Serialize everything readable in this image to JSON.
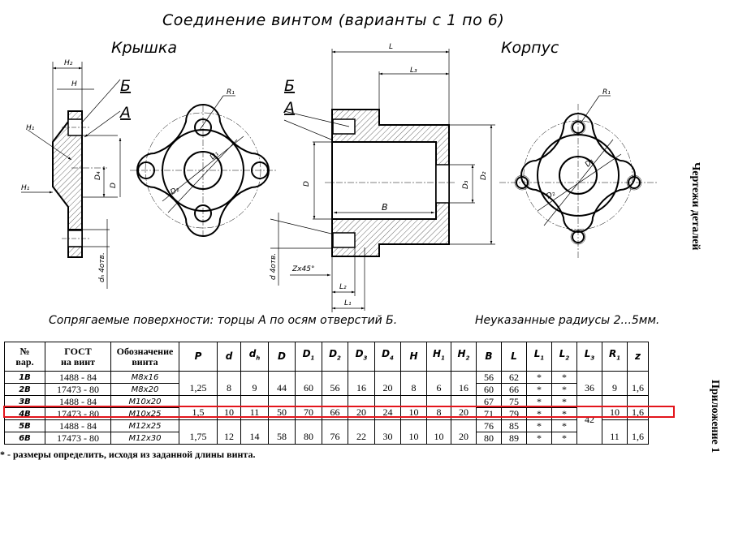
{
  "drawing": {
    "title": "Соединение винтом (варианты с 1 по 6)",
    "part_left": "Крышка",
    "part_right": "Корпус",
    "note_left": "Сопрягаемые поверхности: торцы А по осям отверстий Б.",
    "note_right": "Неуказанные радиусы 2...5мм.",
    "labels": {
      "B_cyr": "Б",
      "A": "А",
      "H": "H",
      "H1": "H₁",
      "H2": "H₂",
      "D": "D",
      "D1": "D₁",
      "D2": "D₂",
      "D3": "D₃",
      "D4": "D₄",
      "R1": "R₁",
      "L": "L",
      "L1": "L₁",
      "L2": "L₂",
      "L3": "L₃",
      "B": "B",
      "d": "d",
      "dh": "dₕ",
      "holes": "4отв.",
      "chamfer": "Zx45°"
    }
  },
  "side_labels": {
    "section": "Чертежи деталей",
    "appendix": "Приложение 1"
  },
  "table": {
    "headers": {
      "num": [
        "№",
        "вар."
      ],
      "gost": [
        "ГОСТ",
        "на винт"
      ],
      "screw": [
        "Обозначение",
        "винта"
      ],
      "symbols": [
        {
          "main": "P",
          "sub": ""
        },
        {
          "main": "d",
          "sub": ""
        },
        {
          "main": "d",
          "sub": "h"
        },
        {
          "main": "D",
          "sub": ""
        },
        {
          "main": "D",
          "sub": "1"
        },
        {
          "main": "D",
          "sub": "2"
        },
        {
          "main": "D",
          "sub": "3"
        },
        {
          "main": "D",
          "sub": "4"
        },
        {
          "main": "H",
          "sub": ""
        },
        {
          "main": "H",
          "sub": "1"
        },
        {
          "main": "H",
          "sub": "2"
        },
        {
          "main": "B",
          "sub": ""
        },
        {
          "main": "L",
          "sub": ""
        },
        {
          "main": "L",
          "sub": "1"
        },
        {
          "main": "L",
          "sub": "2"
        },
        {
          "main": "L",
          "sub": "3"
        },
        {
          "main": "R",
          "sub": "1"
        },
        {
          "main": "z",
          "sub": ""
        }
      ]
    },
    "rows": [
      {
        "var": "1В",
        "gost": "1488 - 84",
        "screw": "M8x16",
        "B": "56",
        "L": "62",
        "L1": "*",
        "L2": "*"
      },
      {
        "var": "2В",
        "gost": "17473 - 80",
        "screw": "M8x20",
        "B": "60",
        "L": "66",
        "L1": "*",
        "L2": "*"
      },
      {
        "var": "3В",
        "gost": "1488 - 84",
        "screw": "M10x20",
        "B": "67",
        "L": "75",
        "L1": "*",
        "L2": "*"
      },
      {
        "var": "4В",
        "gost": "17473 - 80",
        "screw": "M10x25",
        "B": "71",
        "L": "79",
        "L1": "*",
        "L2": "*"
      },
      {
        "var": "5В",
        "gost": "1488 - 84",
        "screw": "M12x25",
        "B": "76",
        "L": "85",
        "L1": "*",
        "L2": "*"
      },
      {
        "var": "6В",
        "gost": "17473 - 80",
        "screw": "M12x30",
        "B": "80",
        "L": "89",
        "L1": "*",
        "L2": "*"
      }
    ],
    "groups": [
      {
        "P": "1,25",
        "d": "8",
        "dh": "9",
        "D": "44",
        "D1": "60",
        "D2": "56",
        "D3": "16",
        "D4": "20",
        "H": "8",
        "H1": "6",
        "H2": "16",
        "R1": "9",
        "z": "1,6"
      },
      {
        "P": "1,5",
        "d": "10",
        "dh": "11",
        "D": "50",
        "D1": "70",
        "D2": "66",
        "D3": "20",
        "D4": "24",
        "H": "10",
        "H1": "8",
        "H2": "20",
        "R1": "10",
        "z": "1,6"
      },
      {
        "P": "1,75",
        "d": "12",
        "dh": "14",
        "D": "58",
        "D1": "80",
        "D2": "76",
        "D3": "22",
        "D4": "30",
        "H": "10",
        "H1": "10",
        "H2": "20",
        "R1": "11",
        "z": "1,6"
      }
    ],
    "L3_values": [
      "36",
      "42"
    ],
    "highlighted_variant": "4В",
    "highlight_color": "#e3141b",
    "footnote": "* - размеры определить, исходя из заданной длины винта."
  }
}
